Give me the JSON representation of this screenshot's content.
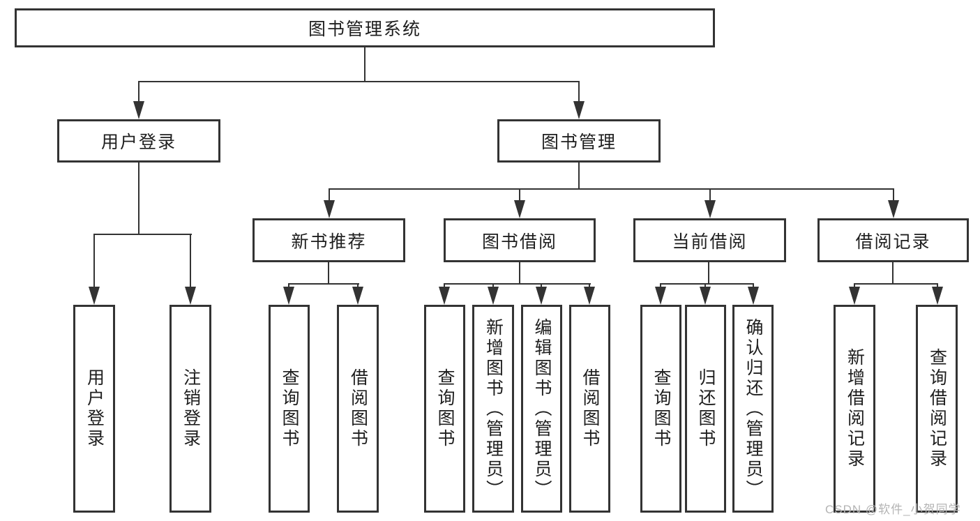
{
  "diagram": {
    "title_node": "图书管理系统",
    "level2": {
      "user_login": "用户登录",
      "book_management": "图书管理"
    },
    "level3": {
      "new_book_recommend": "新书推荐",
      "book_borrowing": "图书借阅",
      "current_borrowing": "当前借阅",
      "borrow_records": "借阅记录"
    },
    "leaves": {
      "user_login": "用户登录",
      "logout": "注销登录",
      "recommend_query_books": "查询图书",
      "recommend_borrow_books": "借阅图书",
      "borrowing_query_books": "查询图书",
      "borrowing_add_books": "新增图书（管理员）",
      "borrowing_edit_books": "编辑图书（管理员）",
      "borrowing_borrow_books": "借阅图书",
      "current_query_books": "查询图书",
      "current_return_books": "归还图书",
      "current_confirm_return": "确认归还（管理员）",
      "records_add_record": "新增借阅记录",
      "records_query_record": "查询借阅记录"
    }
  },
  "watermark": "CSDN @软件_小贺同学",
  "colors": {
    "line": "#333333",
    "text": "#1e1e1e",
    "watermark": "#b4b4b4",
    "background": "#ffffff"
  }
}
